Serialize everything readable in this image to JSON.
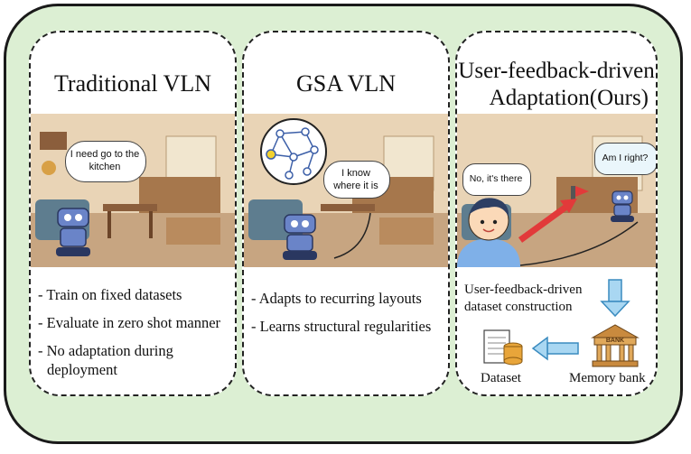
{
  "panels": [
    {
      "title": "Traditional VLN",
      "bubble": "I need go to the kitchen",
      "bullets": [
        "- Train on fixed datasets",
        "- Evaluate in zero shot manner",
        "- No adaptation during deployment"
      ]
    },
    {
      "title": "GSA VLN",
      "bubble": "I know where it is",
      "bullets": [
        "- Adapts to recurring layouts",
        "- Learns structural regularities"
      ]
    },
    {
      "title_line1": "User-feedback-driven",
      "title_line2": "Adaptation(Ours)",
      "bubble_user": "No, it's there",
      "bubble_robot": "Am I right?",
      "construction_line1": "User-feedback-driven",
      "construction_line2": "dataset construction",
      "dataset_label": "Dataset",
      "memory_label": "Memory bank",
      "bank_sign": "BANK"
    }
  ],
  "colors": {
    "background": "#dcefd3",
    "arrow_red": "#e23a3a",
    "arrow_blue": "#a9d7f2",
    "robot": "#6a84c8"
  }
}
